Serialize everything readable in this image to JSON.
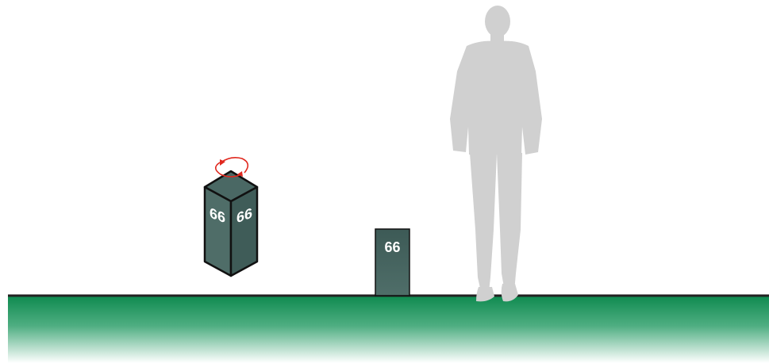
{
  "scene": {
    "post_3d": {
      "left_face_number": "66",
      "right_face_number": "66",
      "rotate_indicator_icon": "rotate-arrows-icon"
    },
    "post_front": {
      "number": "66"
    },
    "person": {
      "icon": "standing-man-silhouette"
    },
    "colors": {
      "post_face_left": "#4f6d68",
      "post_face_right": "#3f5c58",
      "post_top": "#4a6864",
      "post_outline": "#111111",
      "rotate_arrow": "#e0281e",
      "silhouette": "#d0d0d0",
      "ground_top": "#0e8a4f",
      "ground_bottom": "#ffffff",
      "ground_line": "#222222"
    }
  }
}
